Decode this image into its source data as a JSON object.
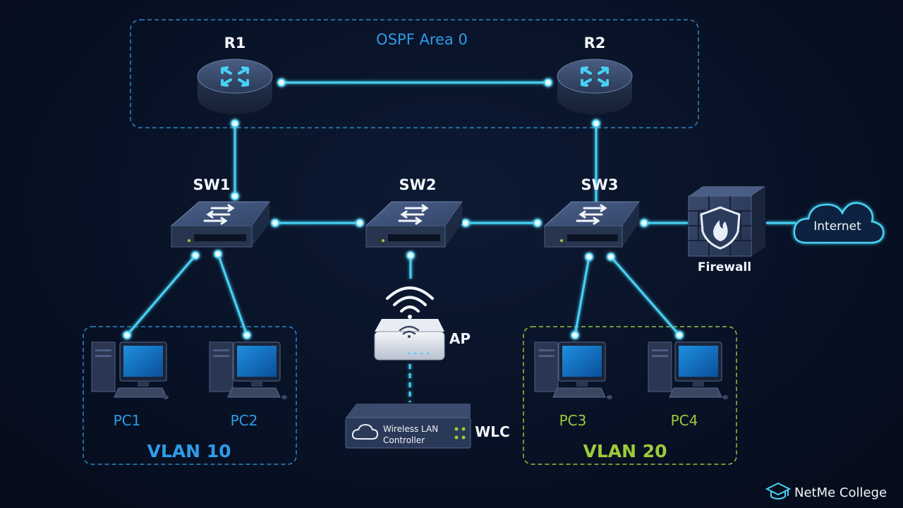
{
  "colors": {
    "background": "#081226",
    "link": "#46d2f5",
    "blue_accent": "#2f9be8",
    "green_accent": "#9ccc3a",
    "device_body": "#2f3f5e",
    "white_text": "#f2f5fa"
  },
  "area": {
    "label": "OSPF Area 0"
  },
  "routers": [
    {
      "id": "r1",
      "label": "R1",
      "icon": "router-icon"
    },
    {
      "id": "r2",
      "label": "R2",
      "icon": "router-icon"
    }
  ],
  "switches": [
    {
      "id": "sw1",
      "label": "SW1",
      "icon": "switch-icon"
    },
    {
      "id": "sw2",
      "label": "SW2",
      "icon": "switch-icon"
    },
    {
      "id": "sw3",
      "label": "SW3",
      "icon": "switch-icon"
    }
  ],
  "firewall": {
    "label": "Firewall",
    "icon": "firewall-icon"
  },
  "internet": {
    "label": "Internet",
    "icon": "cloud-icon"
  },
  "access_point": {
    "label": "AP",
    "icon": "wireless-access-point-icon"
  },
  "wlc": {
    "label": "WLC",
    "text_line1": "Wireless LAN",
    "text_line2": "Controller",
    "icon": "cloud-icon"
  },
  "vlans": [
    {
      "id": "vlan10",
      "label": "VLAN 10",
      "color": "#2f9be8",
      "pcs": [
        "PC1",
        "PC2"
      ]
    },
    {
      "id": "vlan20",
      "label": "VLAN 20",
      "color": "#9ccc3a",
      "pcs": [
        "PC3",
        "PC4"
      ]
    }
  ],
  "brand": {
    "name": "NetMe College",
    "icon": "graduation-cap-icon"
  }
}
